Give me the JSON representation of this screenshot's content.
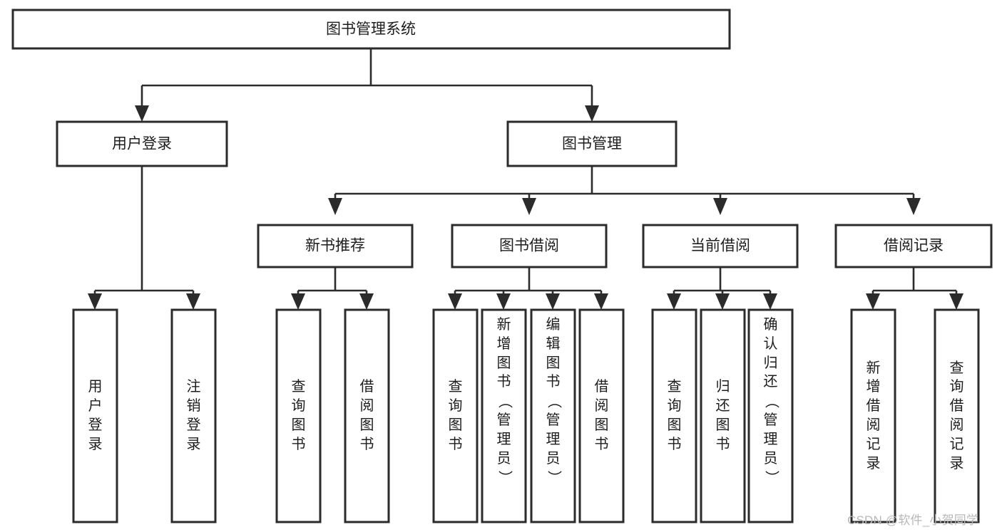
{
  "diagram": {
    "type": "hierarchy-tree",
    "title": "图书管理系统",
    "watermark": "CSDN @软件_小贺同学",
    "colors": {
      "box_stroke": "#2b2b2b",
      "box_fill": "#ffffff",
      "connector": "#2b2b2b",
      "text": "#1d1d1d",
      "watermark": "#b8b8b8",
      "background": "#ffffff"
    },
    "root": {
      "label": "图书管理系统"
    },
    "level2": [
      {
        "label": "用户登录"
      },
      {
        "label": "图书管理"
      }
    ],
    "level3": [
      {
        "label": "新书推荐"
      },
      {
        "label": "图书借阅"
      },
      {
        "label": "当前借阅"
      },
      {
        "label": "借阅记录"
      }
    ],
    "leaves": {
      "user_login": [
        {
          "label": "用户登录"
        },
        {
          "label": "注销登录"
        }
      ],
      "new_book_recommend": [
        {
          "label": "查询图书"
        },
        {
          "label": "借阅图书"
        }
      ],
      "book_borrow": [
        {
          "label": "查询图书"
        },
        {
          "label": "新增图书（管理员）"
        },
        {
          "label": "编辑图书（管理员）"
        },
        {
          "label": "借阅图书"
        }
      ],
      "current_borrow": [
        {
          "label": "查询图书"
        },
        {
          "label": "归还图书"
        },
        {
          "label": "确认归还（管理员）"
        }
      ],
      "borrow_record": [
        {
          "label": "新增借阅记录"
        },
        {
          "label": "查询借阅记录"
        }
      ]
    }
  }
}
